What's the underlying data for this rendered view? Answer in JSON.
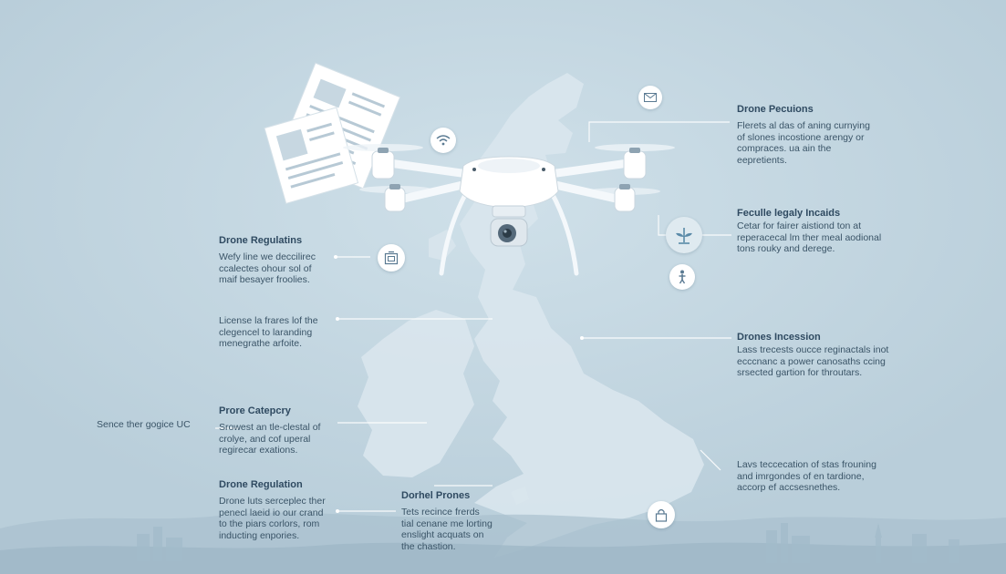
{
  "colors": {
    "background": "#bfd3de",
    "map_fill": "#d9e6ed",
    "title_text": "#2f4a61",
    "body_text": "#3a5467",
    "line": "#ffffff",
    "accent_icon": "#5a8aa8"
  },
  "left_blocks": [
    {
      "title": "Drone Regulatins",
      "lines": [
        "Wefy line we deccilirec",
        "ccalectes ohour sol of",
        "maif besayer froolies."
      ]
    },
    {
      "title": "",
      "lines": [
        "License la frares lof the",
        "clegencel to laranding",
        "menegrathe arfoite."
      ]
    },
    {
      "title": "Prore Catepcry",
      "lines": [
        "Srowest an tle-clestal of",
        "crolye, and cof uperal",
        "regirecar exations."
      ]
    },
    {
      "title": "Drone Regulation",
      "lines": [
        "Drone luts serceplec ther",
        "penecl laeid io our crand",
        "to the piars corlors, rom",
        "inducting enpories."
      ]
    }
  ],
  "side_label": "Sence ther gogice UC",
  "center_block": {
    "title": "Dorhel Prones",
    "lines": [
      "Tets recince frerds",
      "tial cenane me lorting",
      "enslight acquats on",
      "the chastion."
    ]
  },
  "right_blocks": [
    {
      "title": "Drone Pecuions",
      "lines": [
        "Flerets al das of aning curnying",
        "of slones incostione arengy or",
        "compraces. ua ain the",
        "eepretients."
      ]
    },
    {
      "title": "Feculle legaly Incaids",
      "lines": [
        "Cetar for fairer aistiond ton at",
        "reperacecal lm ther meal aodional",
        "tons rouky and derege."
      ]
    },
    {
      "title": "Drones Incession",
      "lines": [
        "Lass trecests oucce reginactals inot",
        "ecccnanc a power canosaths ccing",
        "srsected gartion for throutars."
      ]
    },
    {
      "title": "",
      "lines": [
        "Lavs teccecation of stas frouning",
        "and imrgondes of en tardione,",
        "accorp ef accsesnethes."
      ]
    }
  ],
  "icons": [
    {
      "name": "envelope-icon"
    },
    {
      "name": "wifi-icon"
    },
    {
      "name": "document-icon"
    },
    {
      "name": "box-icon"
    },
    {
      "name": "plant-icon"
    },
    {
      "name": "person-icon"
    },
    {
      "name": "lock-icon"
    }
  ]
}
